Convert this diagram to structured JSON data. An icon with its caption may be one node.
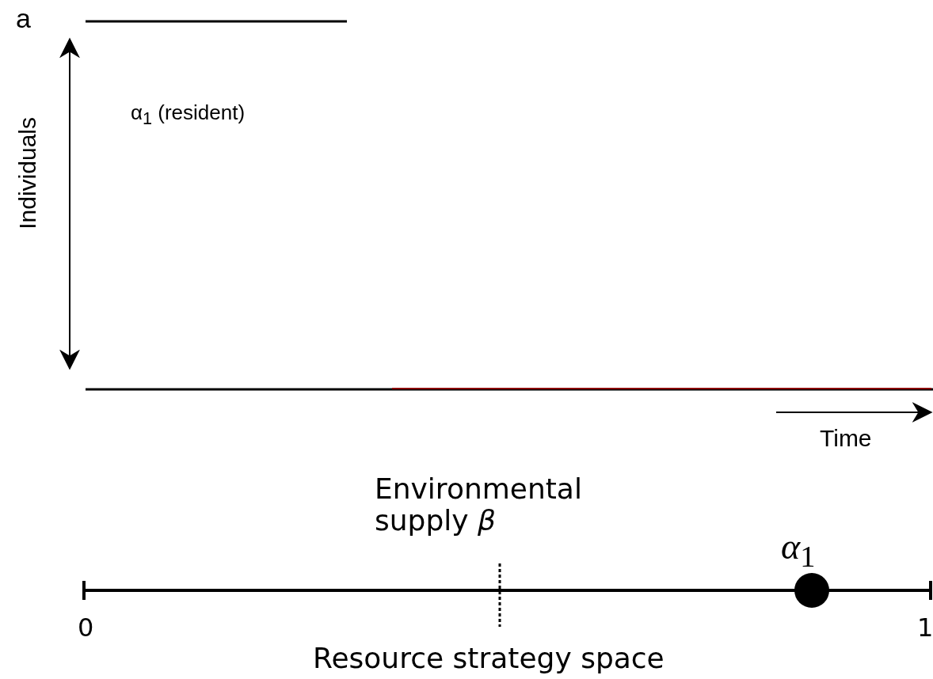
{
  "diagram": {
    "labels": [
      "a",
      "α$_{1}$ (resident)",
      "Individuals",
      "Time",
      "Environmental supply *β*",
      "*α*$_{1}$",
      "0",
      "1",
      "Resource strategy space"
    ]
  }
}
